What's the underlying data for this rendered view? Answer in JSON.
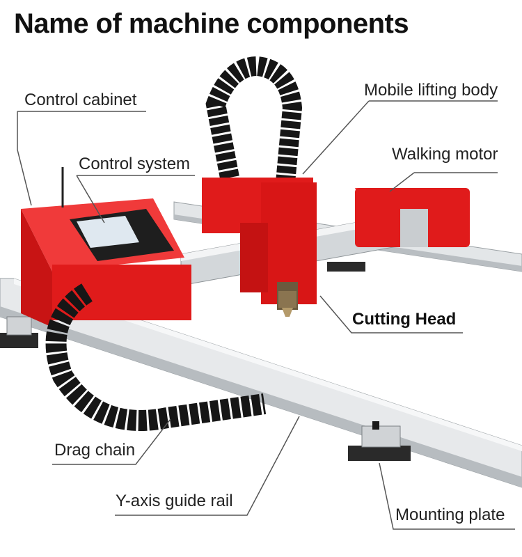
{
  "title": "Name of machine components",
  "labels": {
    "control_cabinet": "Control cabinet",
    "control_system": "Control system",
    "mobile_lifting_body": "Mobile lifting body",
    "walking_motor": "Walking motor",
    "cutting_head": "Cutting Head",
    "drag_chain": "Drag chain",
    "y_axis_guide_rail": "Y-axis guide rail",
    "mounting_plate": "Mounting plate"
  },
  "colors": {
    "machine_red": "#e01b1b",
    "rail_silver": "#d9dcde",
    "chain_black": "#161616",
    "leader_line": "#555555"
  }
}
